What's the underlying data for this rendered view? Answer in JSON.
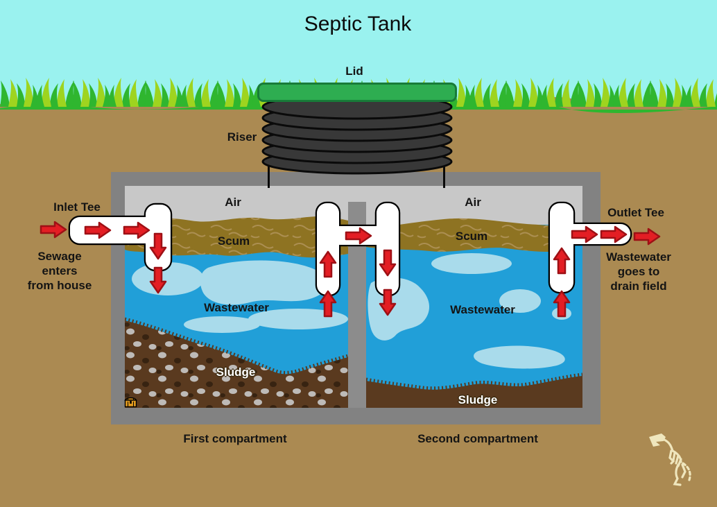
{
  "title": "Septic Tank",
  "labels": {
    "lid": "Lid",
    "riser": "Riser",
    "inlet_tee": "Inlet Tee",
    "outlet_tee": "Outlet Tee",
    "sewage_note": "Sewage\nenters\nfrom house",
    "drain_note": "Wastewater\ngoes to\ndrain field"
  },
  "compartments": [
    {
      "caption": "First compartment",
      "air": "Air",
      "scum": "Scum",
      "wastewater": "Wastewater",
      "sludge": "Sludge"
    },
    {
      "caption": "Second compartment",
      "air": "Air",
      "scum": "Scum",
      "wastewater": "Wastewater",
      "sludge": "Sludge"
    }
  ],
  "icons": {
    "flow_arrow": "red-flow-arrow",
    "treasure_chest": "treasure-chest-icon",
    "dinosaur": "dinosaur-skeleton-icon"
  },
  "palette": {
    "sky": "#9AF2EF",
    "soil": "#AB8A52",
    "grass_green": "#2FB62F",
    "grass_light": "#9ED41F",
    "tank_wall": "#828282",
    "divider_gray": "#8C8C8C",
    "air_gray": "#C8C8C8",
    "scum_brown": "#8E7322",
    "water_blue": "#219FD8",
    "water_light": "#A9DBEB",
    "sludge_brown": "#5A3A1F",
    "lid_green": "#2EAD51",
    "riser_dark": "#383838",
    "pipe_white": "#FFFFFF",
    "arrow_red": "#E31E24",
    "bone": "#EFE6BD"
  }
}
